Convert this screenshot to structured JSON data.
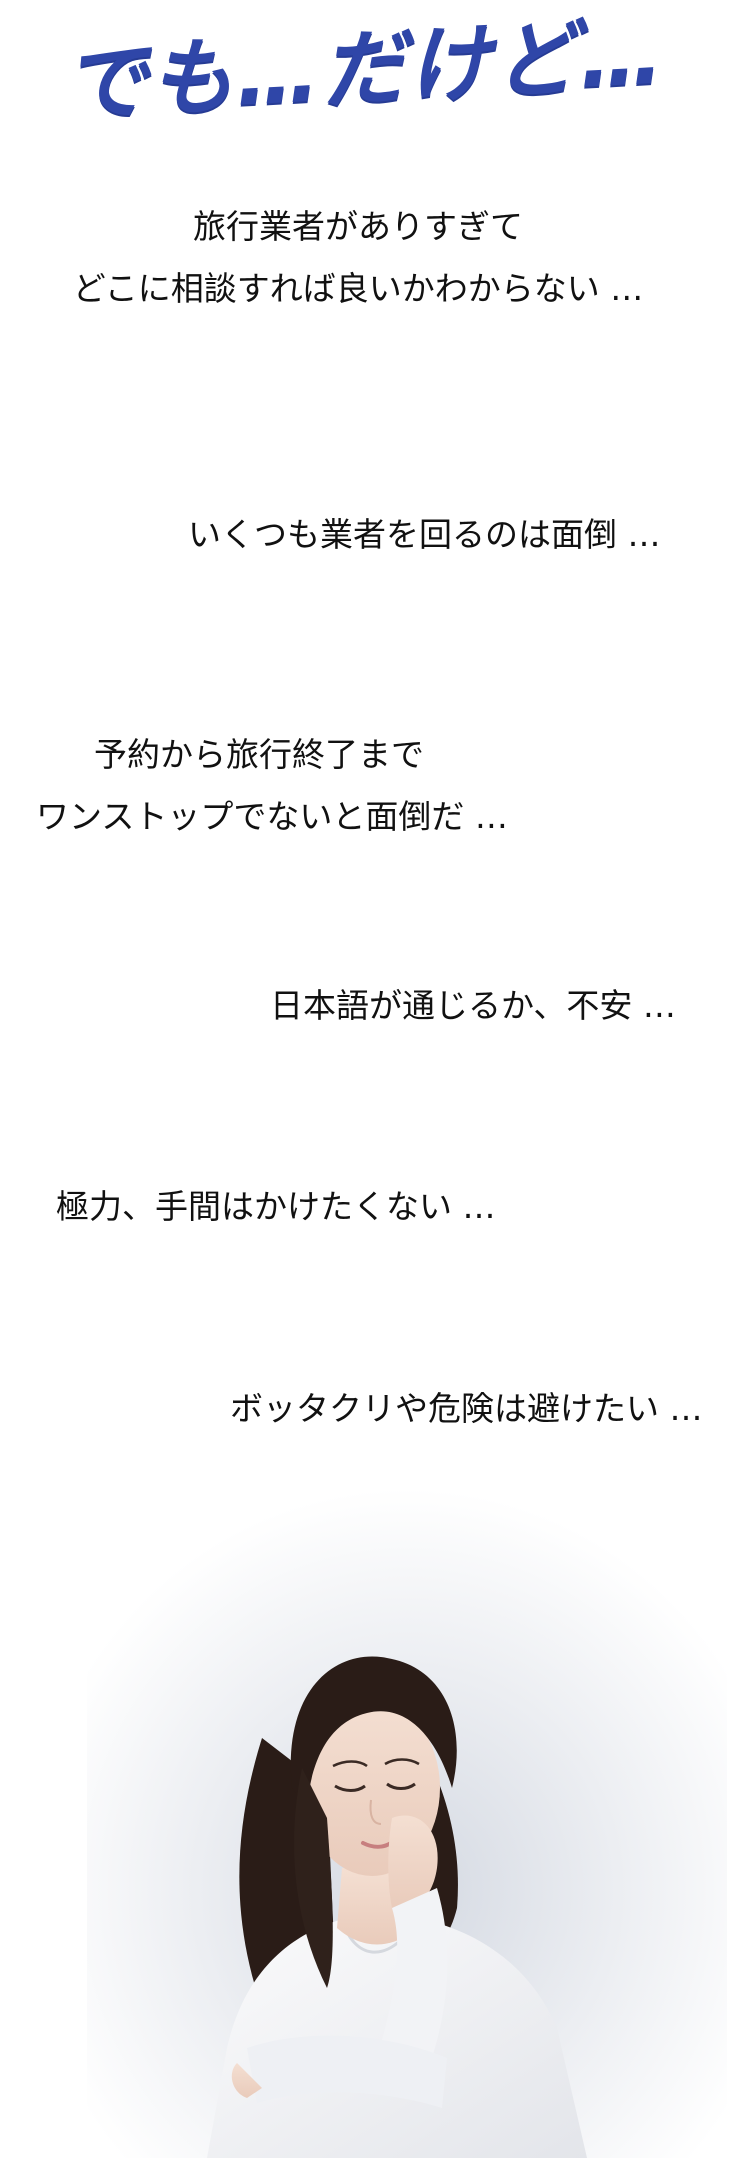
{
  "headline": "でも…だけど…",
  "concerns": [
    {
      "lines": [
        "旅行業者がありすぎて",
        "どこに相談すれば良いかわからない …"
      ]
    },
    {
      "lines": [
        "いくつも業者を回るのは面倒 …"
      ]
    },
    {
      "lines": [
        "予約から旅行終了まで",
        "ワンストップでないと面倒だ …"
      ]
    },
    {
      "lines": [
        "日本語が通じるか、不安 …"
      ]
    },
    {
      "lines": [
        "極力、手間はかけたくない …"
      ]
    },
    {
      "lines": [
        "ボッタクリや危険は避けたい …"
      ]
    }
  ],
  "colors": {
    "headline": "#2f46a8",
    "text": "#111111",
    "background": "#ffffff"
  }
}
